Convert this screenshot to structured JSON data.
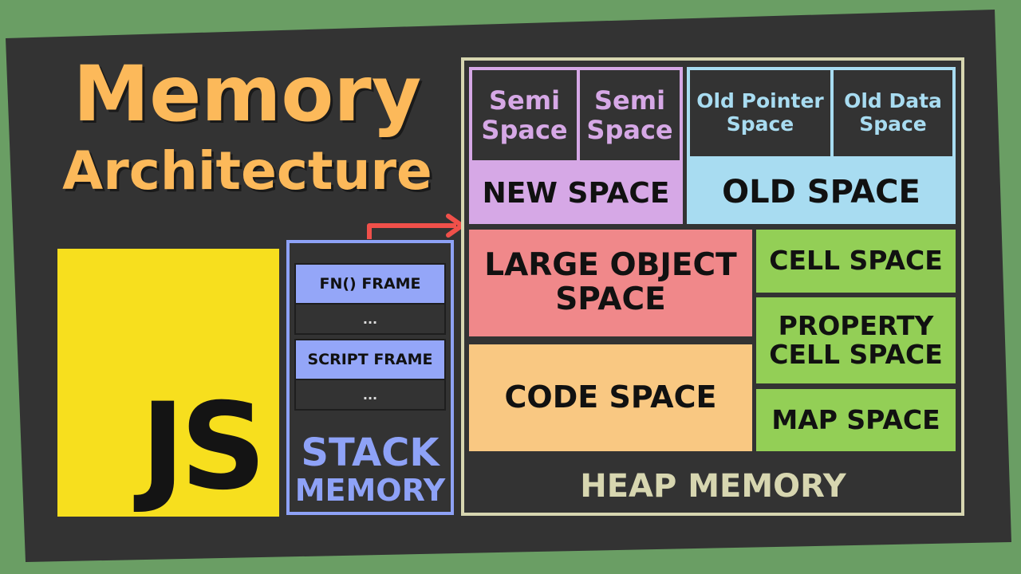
{
  "title": {
    "line1": "Memory",
    "line2": "Architecture"
  },
  "logo": {
    "text": "JS"
  },
  "stack": {
    "frames": [
      {
        "label": "FN() FRAME",
        "body": "..."
      },
      {
        "label": "SCRIPT FRAME",
        "body": "..."
      }
    ],
    "label_line1": "STACK",
    "label_line2": "MEMORY"
  },
  "heap": {
    "label": "HEAP MEMORY",
    "new_space": {
      "label": "NEW SPACE",
      "semi1": [
        "Semi",
        "Space"
      ],
      "semi2": [
        "Semi",
        "Space"
      ]
    },
    "old_space": {
      "label": "OLD SPACE",
      "pointer": [
        "Old Pointer",
        "Space"
      ],
      "data": [
        "Old Data",
        "Space"
      ]
    },
    "large_object": [
      "LARGE OBJECT",
      "SPACE"
    ],
    "code_space": "CODE SPACE",
    "cell_space": "CELL SPACE",
    "property_cell": [
      "PROPERTY",
      "CELL SPACE"
    ],
    "map_space": "MAP SPACE"
  },
  "colors": {
    "background": "#6a9e64",
    "panel": "#333333",
    "title": "#fcb95a",
    "stack": "#8ea2f7",
    "heap_border": "#d7d6b0",
    "new_space": "#d6a8e6",
    "old_space": "#a8dcf1",
    "large_object": "#f0888a",
    "code_space": "#f9c882",
    "green_space": "#93cf56",
    "arrow": "#f0504a"
  }
}
